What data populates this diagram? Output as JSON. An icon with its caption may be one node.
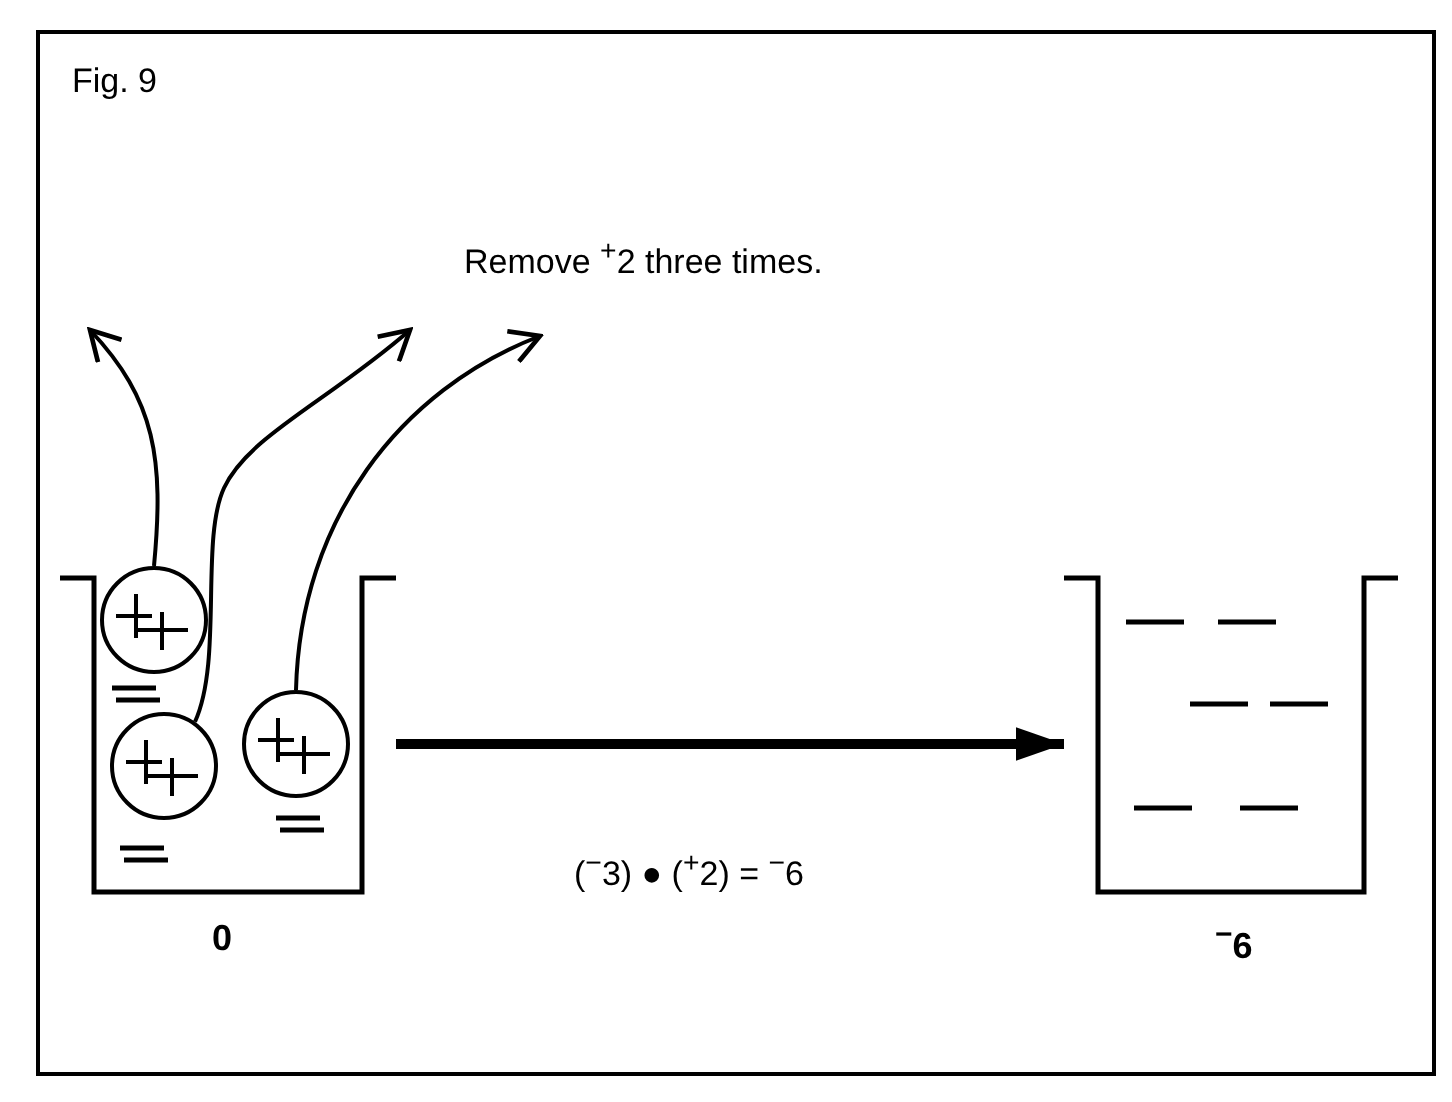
{
  "diagram": {
    "title": "Fig. 9",
    "nodes": [
      {
        "text": [],
        "shape": "container",
        "beside": [
          "0"
        ]
      },
      {
        "text": [],
        "shape": "circle",
        "in": 0
      },
      {
        "text": [],
        "shape": "circle",
        "in": 0
      },
      {
        "text": [],
        "shape": "circle",
        "in": 0
      },
      {
        "text": [],
        "shape": "container",
        "beside": [
          "$^{−}$6"
        ]
      }
    ],
    "edges": [
      {
        "from": 0,
        "to": 4,
        "arrow": "to",
        "style": "thick"
      },
      {
        "from": 1,
        "to": null,
        "arrow": "to"
      },
      {
        "from": 2,
        "to": null,
        "arrow": "to"
      },
      {
        "from": 3,
        "to": null,
        "arrow": "to"
      }
    ],
    "labels": [
      "Remove $^{+}$2 three times.",
      "($^{−}$3) ● ($^{+}$2) = $^{−}$6"
    ]
  }
}
